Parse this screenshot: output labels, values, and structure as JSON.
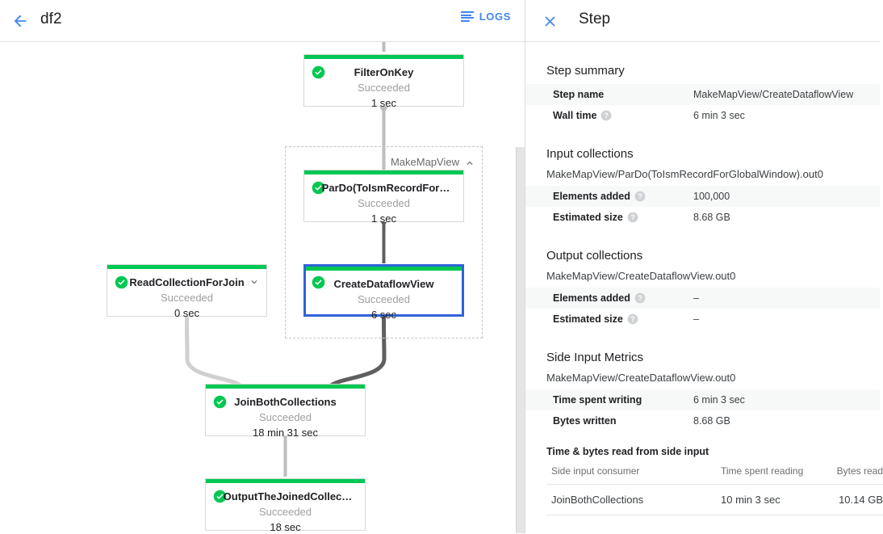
{
  "toolbar": {
    "back_icon": "arrow-back-icon",
    "job_title": "df2",
    "logs_label": "LOGS",
    "logs_icon": "list-lines-icon",
    "accent_color": "#4285f4"
  },
  "graph": {
    "status_color": "#00c853",
    "selected_border_color": "#2e63d8",
    "composite": {
      "label": "MakeMapView",
      "collapse_icon": "chevron-up-icon"
    },
    "nodes": [
      {
        "id": "filter-on-key",
        "name": "FilterOnKey",
        "status": "Succeeded",
        "time": "1 sec",
        "selected": false,
        "chevron": null
      },
      {
        "id": "pardo-toismrecordfor",
        "name": "ParDo(ToIsmRecordFor…",
        "status": "Succeeded",
        "time": "1 sec",
        "selected": false,
        "chevron": null
      },
      {
        "id": "create-dataflow-view",
        "name": "CreateDataflowView",
        "status": "Succeeded",
        "time": "6 sec",
        "selected": true,
        "chevron": null
      },
      {
        "id": "read-collection-for-join",
        "name": "ReadCollectionForJoin",
        "status": "Succeeded",
        "time": "0 sec",
        "selected": false,
        "chevron": "chevron-down-icon"
      },
      {
        "id": "join-both-collections",
        "name": "JoinBothCollections",
        "status": "Succeeded",
        "time": "18 min 31 sec",
        "selected": false,
        "chevron": null
      },
      {
        "id": "output-the-joined-collec",
        "name": "OutputTheJoinedCollec…",
        "status": "Succeeded",
        "time": "18 sec",
        "selected": false,
        "chevron": null
      }
    ]
  },
  "panel": {
    "close_icon": "close-icon",
    "title": "Step",
    "step_summary": {
      "heading": "Step summary",
      "rows": [
        {
          "key": "Step name",
          "value": "MakeMapView/CreateDataflowView",
          "help": false
        },
        {
          "key": "Wall time",
          "value": "6 min 3 sec",
          "help": true
        }
      ]
    },
    "input_collections": {
      "heading": "Input collections",
      "collection": "MakeMapView/ParDo(ToIsmRecordForGlobalWindow).out0",
      "rows": [
        {
          "key": "Elements added",
          "value": "100,000",
          "help": true
        },
        {
          "key": "Estimated size",
          "value": "8.68 GB",
          "help": true
        }
      ]
    },
    "output_collections": {
      "heading": "Output collections",
      "collection": "MakeMapView/CreateDataflowView.out0",
      "rows": [
        {
          "key": "Elements added",
          "value": "–",
          "help": true
        },
        {
          "key": "Estimated size",
          "value": "–",
          "help": true
        }
      ]
    },
    "side_input_metrics": {
      "heading": "Side Input Metrics",
      "collection": "MakeMapView/CreateDataflowView.out0",
      "rows": [
        {
          "key": "Time spent writing",
          "value": "6 min 3 sec",
          "help": false
        },
        {
          "key": "Bytes written",
          "value": "8.68 GB",
          "help": false
        }
      ]
    },
    "side_input_table": {
      "heading": "Time & bytes read from side input",
      "columns": [
        "Side input consumer",
        "Time spent reading",
        "Bytes read"
      ],
      "rows": [
        [
          "JoinBothCollections",
          "10 min 3 sec",
          "10.14 GB"
        ]
      ]
    }
  }
}
